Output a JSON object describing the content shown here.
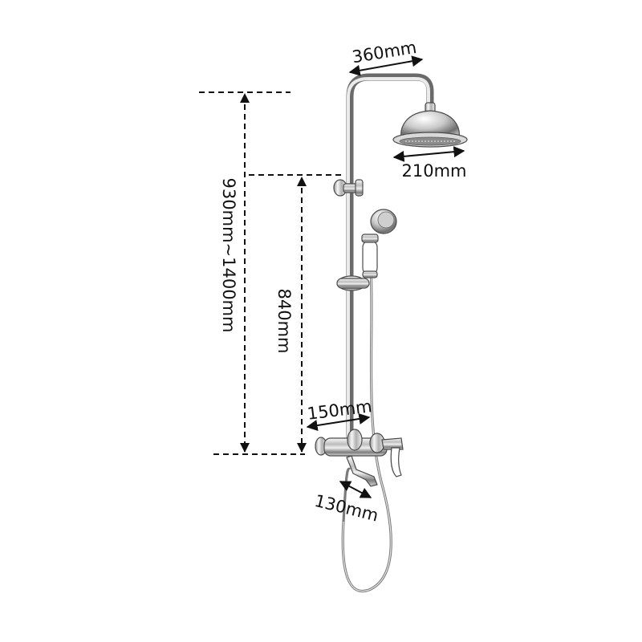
{
  "dimensions": {
    "top_width": "360mm",
    "head_diameter": "210mm",
    "total_height": "930mm~1400mm",
    "rail_height": "840mm",
    "mixer_width": "150mm",
    "spout_length": "130mm"
  },
  "colors": {
    "ink": "#111111",
    "chrome_dark": "#4a4a4a",
    "chrome_light": "#f2f2f2",
    "handle_white": "#ffffff"
  }
}
